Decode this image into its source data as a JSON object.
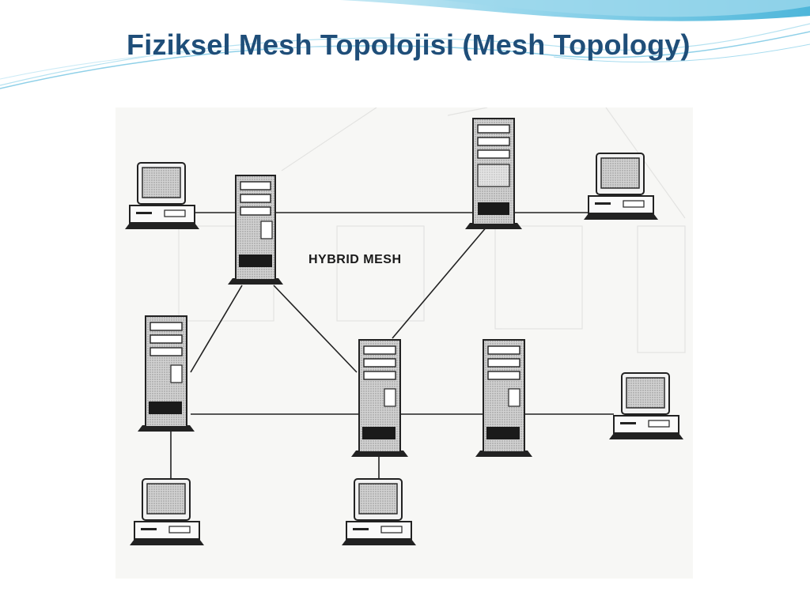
{
  "slide": {
    "title": "Fiziksel Mesh Topolojisi (Mesh Topology)",
    "accent_color": "#4ab3d6",
    "title_color": "#1f4e79"
  },
  "diagram": {
    "label": "HYBRID MESH",
    "servers": [
      {
        "id": "server-top-left"
      },
      {
        "id": "server-top-right"
      },
      {
        "id": "server-mid-left"
      },
      {
        "id": "server-mid-center"
      },
      {
        "id": "server-mid-right"
      }
    ],
    "workstations": [
      {
        "id": "pc-top-left"
      },
      {
        "id": "pc-top-right"
      },
      {
        "id": "pc-bottom-right"
      },
      {
        "id": "pc-bottom-left"
      },
      {
        "id": "pc-bottom-center"
      }
    ],
    "links": [
      [
        "pc-top-left",
        "server-top-right"
      ],
      [
        "server-top-right",
        "pc-top-right"
      ],
      [
        "server-top-left",
        "server-mid-left"
      ],
      [
        "server-top-left",
        "server-mid-center"
      ],
      [
        "server-top-right",
        "server-mid-center"
      ],
      [
        "server-mid-left",
        "pc-bottom-right"
      ],
      [
        "server-mid-left",
        "pc-bottom-left"
      ],
      [
        "server-mid-center",
        "pc-bottom-center"
      ]
    ]
  }
}
